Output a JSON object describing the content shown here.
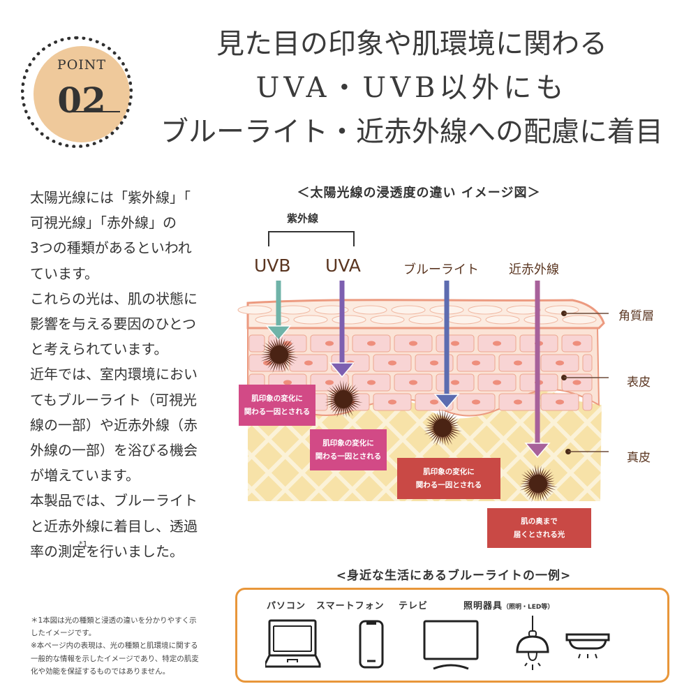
{
  "badge": {
    "label": "POINT",
    "number": "02",
    "fill_color": "#efc99b"
  },
  "headline": {
    "lines": [
      "見た目の印象や肌環境に関わる",
      "UVA・UVB以外にも",
      "ブルーライト・近赤外線への配慮に着目"
    ]
  },
  "body": {
    "lines": [
      "太陽光線には「紫外線」「",
      "可視光線」「赤外線」の",
      "3つの種類があるといわれ",
      "ています。",
      "これらの光は、肌の状態に",
      "影響を与える要因のひとつ",
      "と考えられています。",
      "近年では、室内環境におい",
      "てもブルーライト（可視光",
      "線の一部）や近赤外線（赤",
      "外線の一部）を浴びる機会",
      "が増えています。",
      "本製品では、ブルーライト",
      "と近赤外線に着目し、透過"
    ],
    "last_line_pre": "率の測",
    "last_line_marked": "定",
    "last_line_mark": "*1",
    "last_line_post": "を行いました。"
  },
  "footnotes": [
    "＊1本図は光の種類と浸透の違いを分かりやすく示",
    "したイメージです。",
    "※本ページ内の表現は、光の種類と肌環境に関する",
    "一般的な情報を示したイメージであり、特定の肌変",
    "化や効能を保証するものではありません。"
  ],
  "diagram": {
    "title": "＜太陽光線の浸透度の違い イメージ図＞",
    "uv_group_label": "紫外線",
    "rays": [
      {
        "label": "UVB",
        "color": "#6fb3a8",
        "reaches": "epidermis-upper"
      },
      {
        "label": "UVA",
        "color": "#7d5fb0",
        "reaches": "epidermis-lower"
      },
      {
        "label": "ブルーライト",
        "color": "#5d6cb0",
        "reaches": "dermis-upper"
      },
      {
        "label": "近赤外線",
        "color": "#a7619a",
        "reaches": "dermis-deep"
      }
    ],
    "callouts": [
      {
        "line1": "肌印象の変化に",
        "line2": "関わる一因とされる",
        "color": "#d24a86"
      },
      {
        "line1": "肌印象の変化に",
        "line2": "関わる一因とされる",
        "color": "#d24a86"
      },
      {
        "line1": "肌印象の変化に",
        "line2": "関わる一因とされる",
        "color": "#c94945"
      },
      {
        "line1": "肌の奥まで",
        "line2": "届くとされる光",
        "color": "#c94945"
      }
    ],
    "layers": [
      "角質層",
      "表皮",
      "真皮"
    ]
  },
  "devices": {
    "title": "<身近な生活にあるブルーライトの一例>",
    "border_color": "#e8963a",
    "items": [
      {
        "label": "パソコン",
        "icon": "laptop-icon"
      },
      {
        "label": "スマートフォン",
        "icon": "smartphone-icon"
      },
      {
        "label": "テレビ",
        "icon": "tv-icon"
      },
      {
        "label": "照明器具",
        "sublabel": "（照明・LED等）",
        "icon": "lamp-icon"
      }
    ]
  }
}
